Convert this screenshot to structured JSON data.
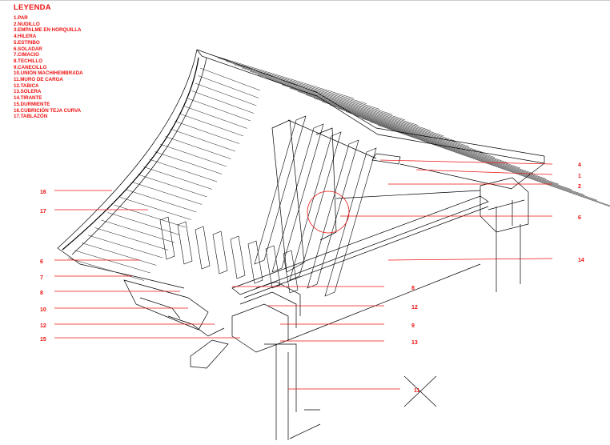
{
  "legend": {
    "title": "LEYENDA",
    "items": [
      "1.PAR",
      "2.NUDILLO",
      "3.EMPALME EN HORQUILLA",
      "4.HILERA",
      "5.ESTRIBO",
      "6.SOLADAR",
      "7.CIMACIO",
      "8.TECHILLO",
      "9.CANECILLO",
      "10.UNIÓN MACHIHEMBRADA",
      "11.MURO DE CARGA",
      "12.TABICA",
      "13.SOLERA",
      "14.TIRANTE",
      "15.DURMIENTE",
      "16.CUBRICIÓN TEJA CURVA",
      "17.TABLAZÓN"
    ]
  },
  "callouts": {
    "right": [
      {
        "label": "4"
      },
      {
        "label": "1"
      },
      {
        "label": "2"
      },
      {
        "label": "6"
      },
      {
        "label": "14"
      },
      {
        "label": "8"
      },
      {
        "label": "12"
      },
      {
        "label": "9"
      },
      {
        "label": "13"
      },
      {
        "label": "11"
      }
    ],
    "left": [
      {
        "label": "16"
      },
      {
        "label": "17"
      },
      {
        "label": "6"
      },
      {
        "label": "7"
      },
      {
        "label": "8"
      },
      {
        "label": "10"
      },
      {
        "label": "12"
      },
      {
        "label": "15"
      }
    ]
  },
  "colors": {
    "annotation": "#ee1111",
    "drawing": "#000000"
  }
}
